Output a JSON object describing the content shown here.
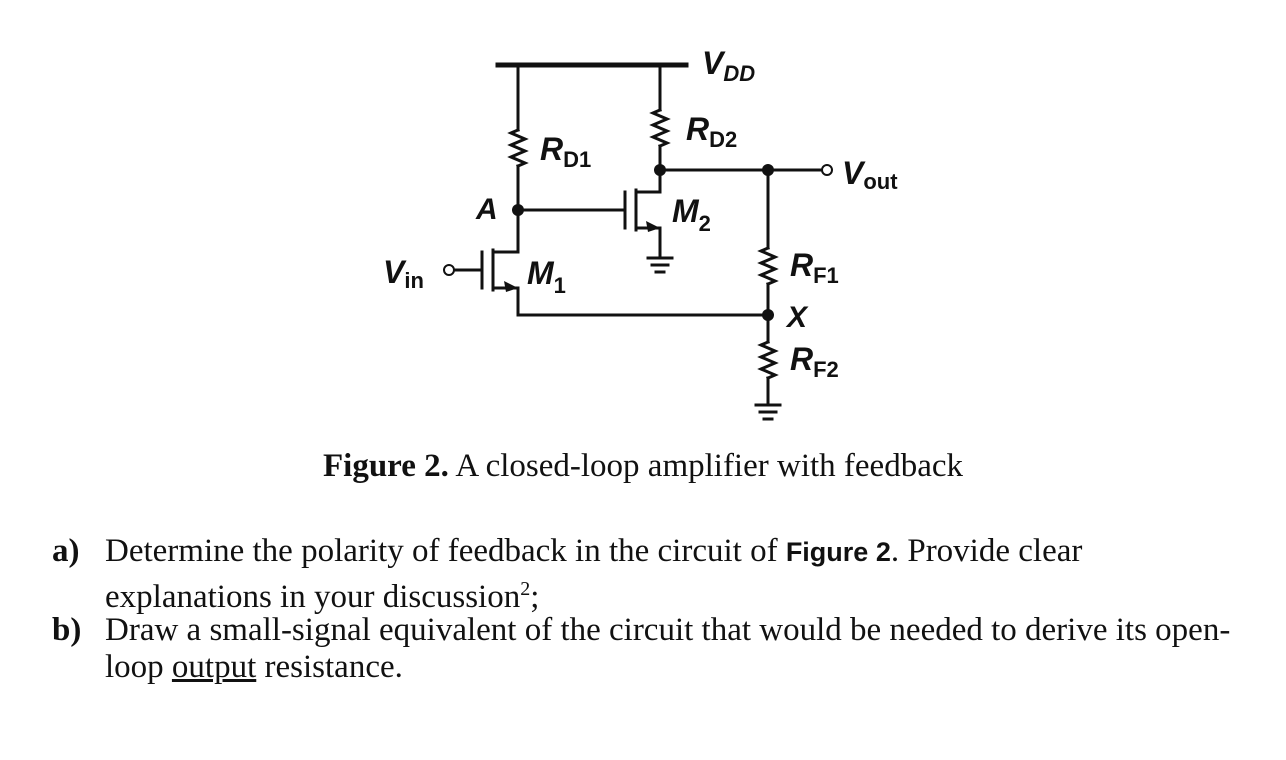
{
  "labels": {
    "vdd_main": "V",
    "vdd_sub": "DD",
    "rd1_main": "R",
    "rd1_sub": "D1",
    "rd2_main": "R",
    "rd2_sub": "D2",
    "vout_main": "V",
    "vout_sub": "out",
    "node_a": "A",
    "m2_main": "M",
    "m2_sub": "2",
    "vin_main": "V",
    "vin_sub": "in",
    "m1_main": "M",
    "m1_sub": "1",
    "rf1_main": "R",
    "rf1_sub": "F1",
    "node_x": "X",
    "rf2_main": "R",
    "rf2_sub": "F2"
  },
  "caption": {
    "label": "Figure 2.",
    "text": " A closed-loop amplifier with feedback"
  },
  "questions": {
    "a": {
      "marker": "a)",
      "text1": "Determine the polarity of feedback in the circuit of ",
      "ref": "Figure 2",
      "text2": ". Provide clear explanations in your discussion",
      "footnote": "2",
      "text3": ";"
    },
    "b": {
      "marker": "b)",
      "text1": "Draw a small-signal equivalent of the circuit that would be needed to derive its open-loop ",
      "underlined": "output",
      "text2": " resistance."
    }
  }
}
